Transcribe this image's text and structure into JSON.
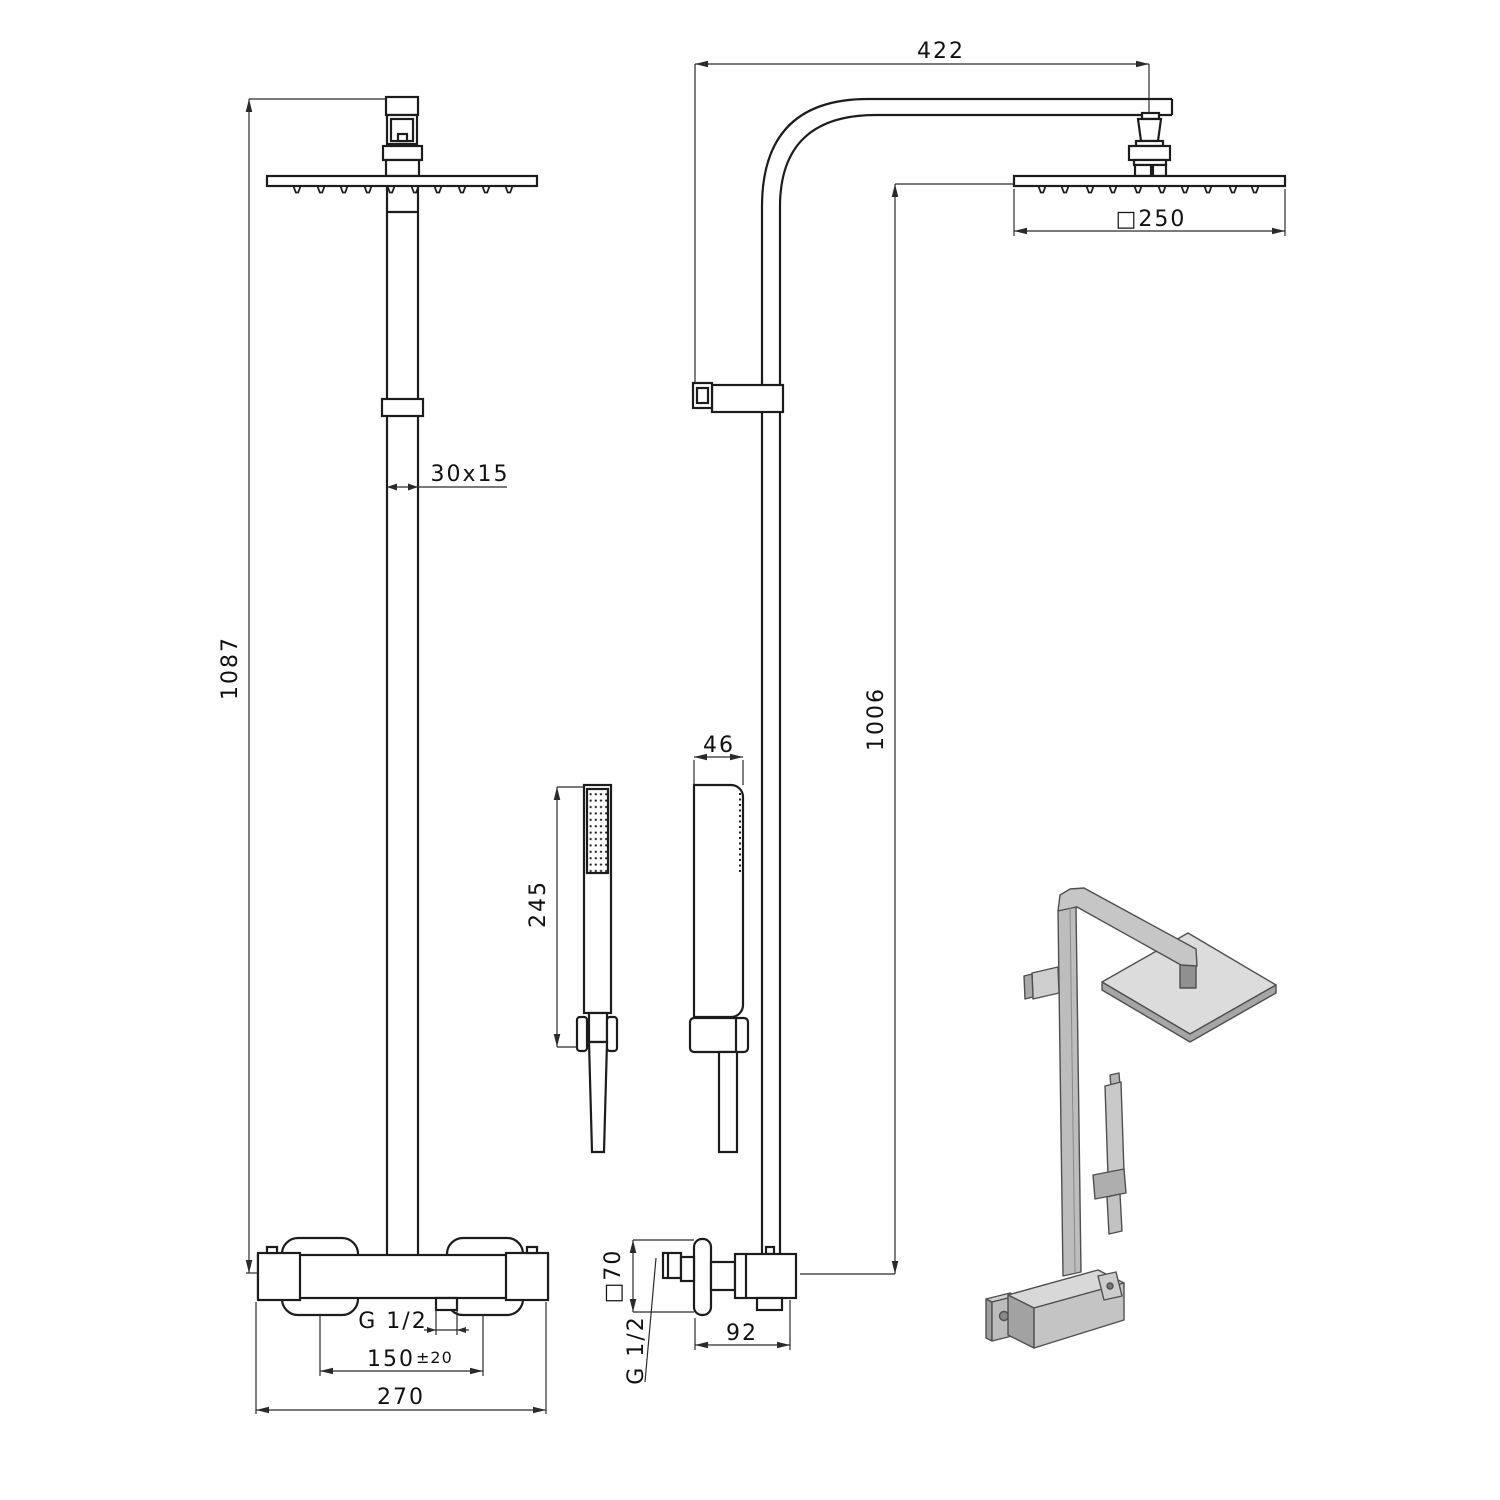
{
  "drawing": {
    "type": "technical-installation-drawing",
    "subject": "thermostatic shower column with square rain head and hand shower",
    "background_color": "#ffffff",
    "line_color": "#1c1c1c",
    "dims": {
      "front_height": "1087",
      "pipe_section": "30x15",
      "front_outlet_thread": "G 1/2",
      "inlet_spacing": "150",
      "inlet_tolerance": "±20",
      "mixer_width": "270",
      "arm_reach": "422",
      "head_size": "□250",
      "riser_height": "1006",
      "handset_depth": "46",
      "handset_length": "245",
      "mixer_depth": "92",
      "wall_thread": "G 1/2",
      "mixer_face": "□70"
    }
  }
}
